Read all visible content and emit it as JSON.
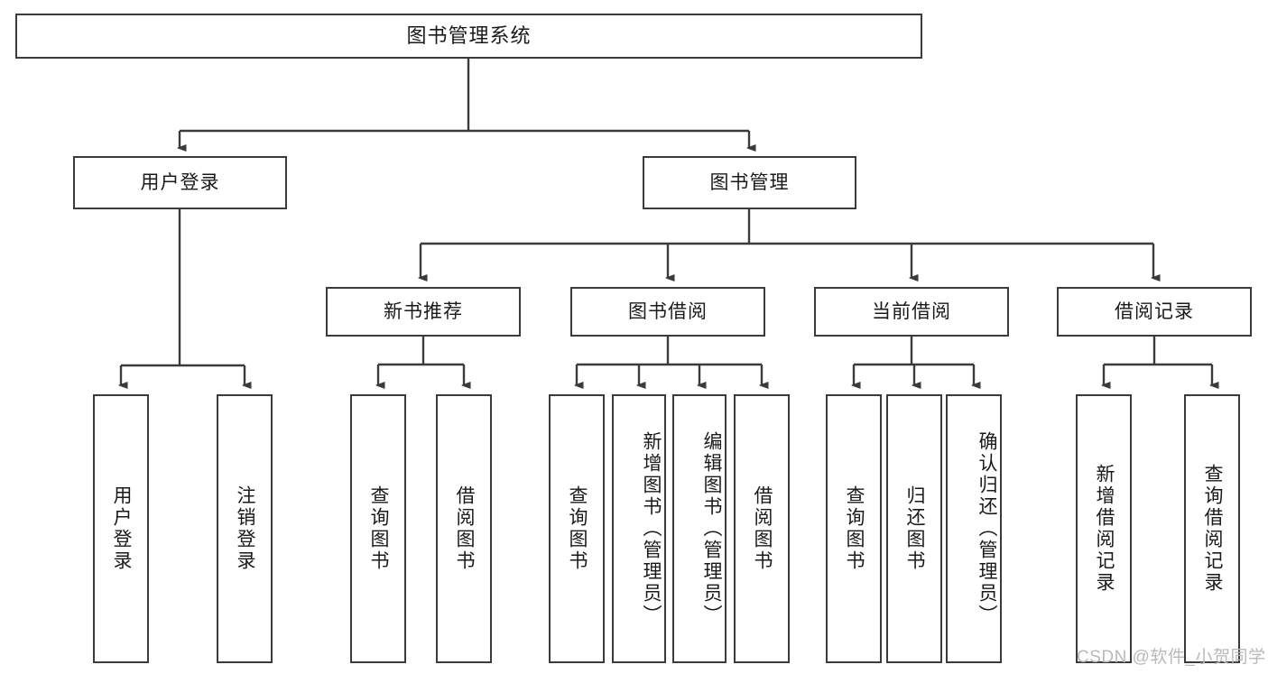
{
  "diagram": {
    "type": "tree-hierarchy",
    "title": "图书管理系统",
    "root": {
      "label": "图书管理系统"
    },
    "level2": [
      {
        "label": "用户登录"
      },
      {
        "label": "图书管理"
      }
    ],
    "level3": [
      {
        "label": "新书推荐"
      },
      {
        "label": "图书借阅"
      },
      {
        "label": "当前借阅"
      },
      {
        "label": "借阅记录"
      }
    ],
    "leaves": {
      "user_login": [
        {
          "label": "用户登录"
        },
        {
          "label": "注销登录"
        }
      ],
      "new_book_recommend": [
        {
          "label": "查询图书"
        },
        {
          "label": "借阅图书"
        }
      ],
      "book_borrow": [
        {
          "label": "查询图书"
        },
        {
          "label": "新增图书（管理员）"
        },
        {
          "label": "编辑图书（管理员）"
        },
        {
          "label": "借阅图书"
        }
      ],
      "current_borrow": [
        {
          "label": "查询图书"
        },
        {
          "label": "归还图书"
        },
        {
          "label": "确认归还（管理员）"
        }
      ],
      "borrow_record": [
        {
          "label": "新增借阅记录"
        },
        {
          "label": "查询借阅记录"
        }
      ]
    }
  },
  "watermark": {
    "text": "CSDN @软件_小贺同学"
  },
  "colors": {
    "stroke": "#3b3b3b",
    "text": "#1a1a1a",
    "background": "#ffffff",
    "watermark": "#b9b9b9"
  }
}
